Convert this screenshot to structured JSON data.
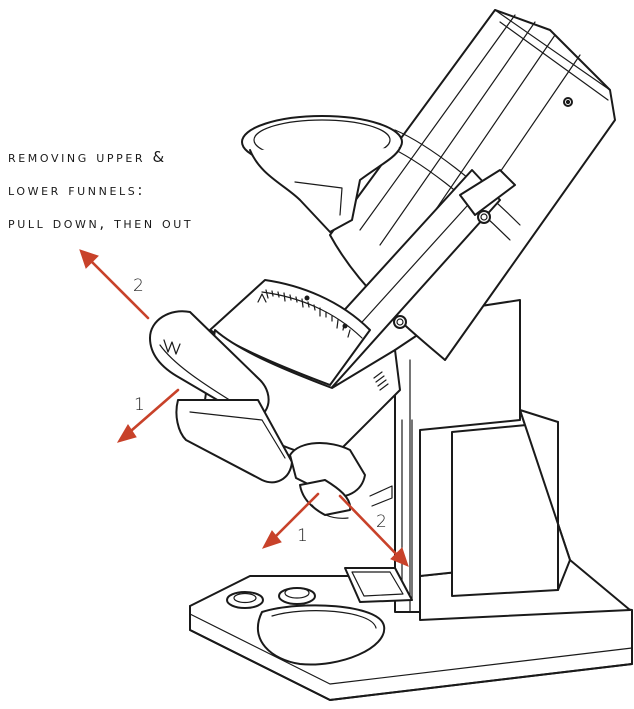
{
  "instructions": {
    "lines": [
      "removing upper &",
      "lower funnels:",
      "pull down, then out"
    ]
  },
  "step_labels": {
    "upper_step_1": "1",
    "upper_step_2": "2",
    "lower_step_1": "1",
    "lower_step_2": "2"
  },
  "colors": {
    "arrow": "#c8422a",
    "line": "#1a1a1a",
    "background": "#ffffff"
  }
}
